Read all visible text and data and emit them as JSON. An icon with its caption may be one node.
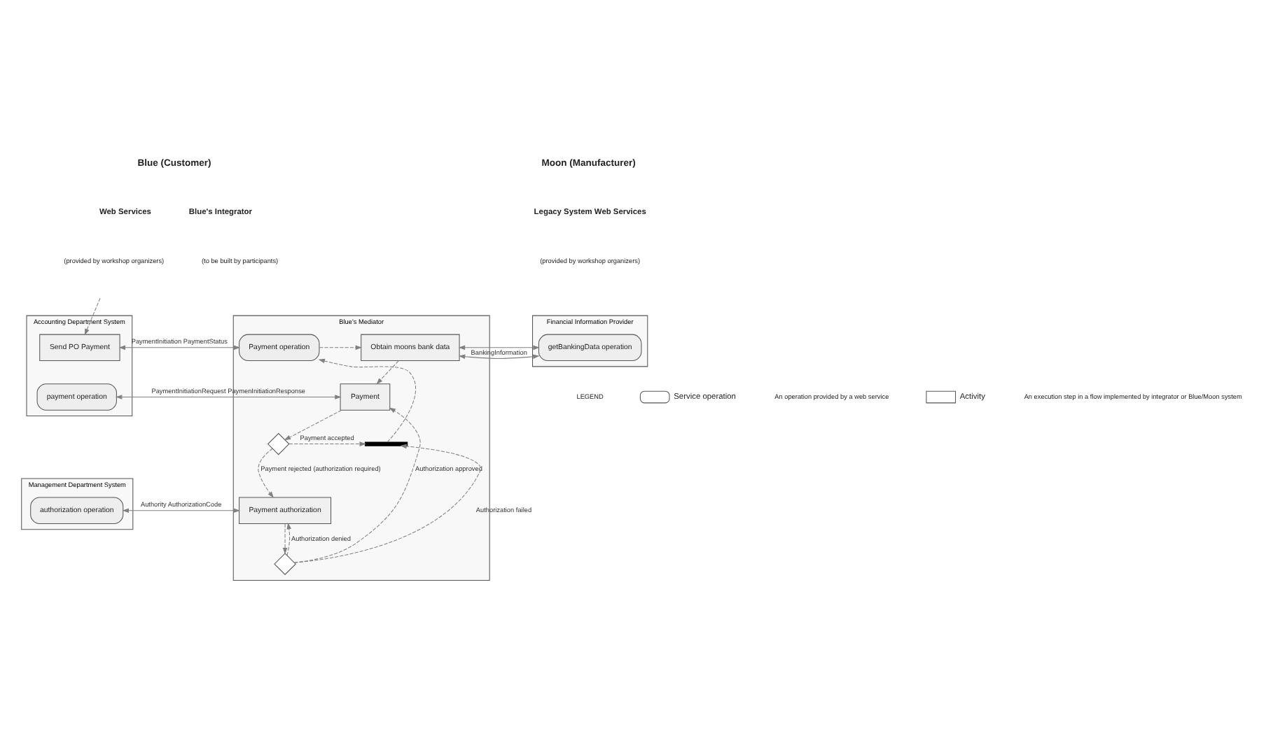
{
  "diagram": {
    "nodes": [
      {
        "text": [
          "Accounting Department System"
        ]
      },
      {
        "text": [
          "Send PO Payment"
        ],
        "in": 0
      },
      {
        "text": [
          "payment operation"
        ],
        "in": 0
      },
      {
        "text": [
          "Management Department System"
        ]
      },
      {
        "text": [
          "authorization operation"
        ],
        "in": 3
      },
      {
        "text": [
          "Blue's Mediator"
        ]
      },
      {
        "text": [
          "Payment operation"
        ],
        "in": 5
      },
      {
        "text": [
          "Obtain moons bank data"
        ],
        "in": 5
      },
      {
        "text": [
          "Payment"
        ],
        "in": 5
      },
      {
        "text": [],
        "shape": "bar",
        "in": 5
      },
      {
        "text": [],
        "shape": "diamond",
        "in": 5
      },
      {
        "text": [
          "Payment authorization"
        ],
        "in": 5
      },
      {
        "text": [],
        "shape": "diamond",
        "in": 5
      },
      {
        "text": [
          "Financial Information Provider"
        ]
      },
      {
        "text": [
          "getBankingData operation"
        ],
        "in": 13
      }
    ],
    "edges": [
      {
        "from": null,
        "to": 1,
        "arrow": "to",
        "style": "dashed"
      },
      {
        "from": 1,
        "to": 6,
        "arrow": "both",
        "label": "PaymentInitiation PaymentStatus"
      },
      {
        "from": 7,
        "to": 14,
        "arrow": "both",
        "label": "BankingInformation"
      },
      {
        "from": 2,
        "to": 8,
        "arrow": "both",
        "label": "PaymentInitiationRequest PaymenInitiationResponse"
      },
      {
        "from": 4,
        "to": 11,
        "arrow": "both",
        "label": "Authority AuthorizationCode"
      },
      {
        "from": 6,
        "to": 7,
        "arrow": "to",
        "style": "dashed"
      },
      {
        "from": 7,
        "to": 8,
        "arrow": "to",
        "style": "dashed"
      },
      {
        "from": 8,
        "to": 10,
        "arrow": "to",
        "style": "dashed"
      },
      {
        "from": 10,
        "to": 9,
        "arrow": "to",
        "style": "dashed",
        "label": "Payment accepted"
      },
      {
        "from": 9,
        "to": 6,
        "arrow": "to",
        "style": "dashed"
      },
      {
        "from": 10,
        "to": 11,
        "arrow": "to",
        "style": "dashed",
        "label": "Payment rejected (authorization required)"
      },
      {
        "from": 11,
        "to": 12,
        "arrow": "to",
        "style": "dashed"
      },
      {
        "from": 12,
        "to": 9,
        "arrow": "to",
        "style": "dashed",
        "label": "Authorization failed"
      },
      {
        "from": 12,
        "to": 11,
        "arrow": "to",
        "style": "dashed",
        "label": "Authorization denied"
      },
      {
        "from": 12,
        "to": 8,
        "arrow": "to",
        "style": "dashed",
        "label": "Authorization approved"
      }
    ],
    "labels": [
      "Blue (Customer)",
      "Moon (Manufacturer)",
      "Web Services",
      "(provided by workshop organizers)",
      "Blue's Integrator",
      "(to be built by participants)",
      "Legacy System Web Services",
      "(provided by workshop organizers)",
      "LEGEND",
      "An operation provided by a web service",
      "An execution step in a flow implemented by integrator or Blue/Moon system"
    ],
    "legend": [
      {
        "text": "Service operation"
      },
      {
        "text": "Activity"
      }
    ]
  }
}
